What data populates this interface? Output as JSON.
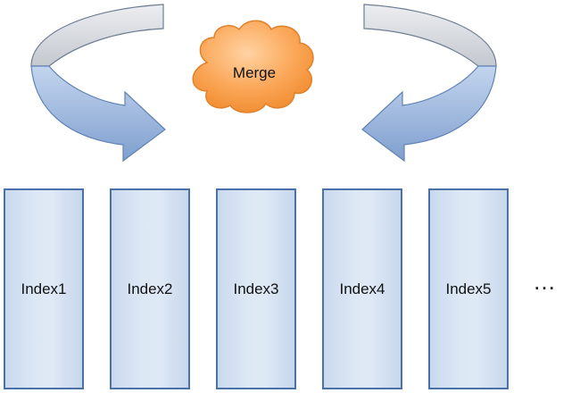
{
  "merge": {
    "label": "Merge"
  },
  "indexes": [
    "Index1",
    "Index2",
    "Index3",
    "Index4",
    "Index5"
  ],
  "ellipsis": "…",
  "colors": {
    "index_border": "#4a71a8",
    "index_fill": "#dde8f5",
    "cloud_fill": "#f9a04f",
    "arrow_top": "#d6d8dc",
    "arrow_bottom": "#a9c0e2"
  }
}
